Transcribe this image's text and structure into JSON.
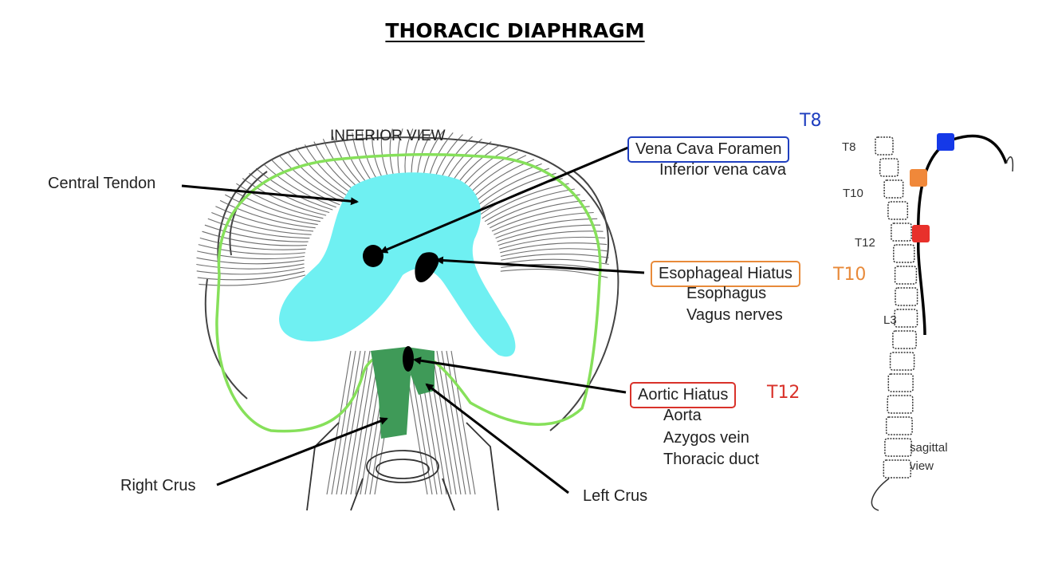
{
  "title": "THORACIC  DIAPHRAGM",
  "view_label": "INFERIOR VIEW",
  "structures": {
    "central_tendon": "Central Tendon",
    "right_crus": "Right Crus",
    "left_crus": "Left Crus"
  },
  "openings": [
    {
      "name": "Vena Cava Foramen",
      "level": "T8",
      "color": "#1f3fbf",
      "contents": [
        "Inferior vena cava"
      ]
    },
    {
      "name": "Esophageal Hiatus",
      "level": "T10",
      "color": "#e88a3a",
      "contents": [
        "Esophagus",
        "Vagus nerves"
      ]
    },
    {
      "name": "Aortic Hiatus",
      "level": "T12",
      "color": "#d9322a",
      "contents": [
        "Aorta",
        "Azygos vein",
        "Thoracic duct"
      ]
    }
  ],
  "sagittal": {
    "vertebra_labels": [
      "T8",
      "T10",
      "T12",
      "L3"
    ],
    "caption_line1": "sagittal",
    "caption_line2": "view"
  },
  "colors": {
    "central_tendon_fill": "#6ff0f2",
    "crus_fill": "#3f9a58",
    "outline": "#86e05a",
    "t8_marker": "#1539e8",
    "t10_marker": "#f0883a",
    "t12_marker": "#e8312b"
  }
}
